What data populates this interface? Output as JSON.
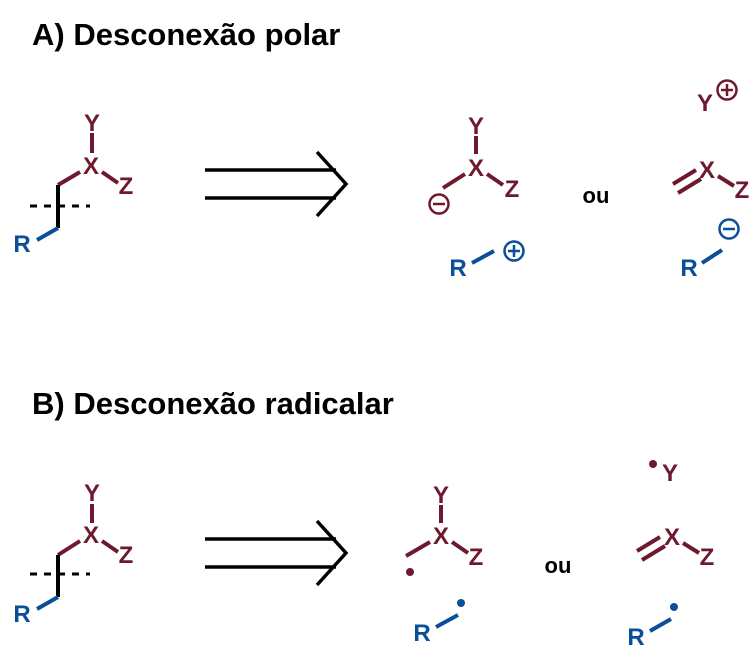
{
  "sections": [
    {
      "heading": "A) Desconexão polar"
    },
    {
      "heading": "B) Desconexão radicalar"
    }
  ],
  "atoms": {
    "x": "X",
    "y": "Y",
    "z": "Z",
    "r": "R"
  },
  "connector": "ou",
  "charges": {
    "plus": "+",
    "minus": "−"
  },
  "colors": {
    "fragment": "#6e1a2e",
    "r_group": "#0b4f9a",
    "skeleton": "#000000",
    "arrow": "#000000"
  },
  "icons": [
    "retrosynthesis-arrow-icon",
    "plus-charge-icon",
    "minus-charge-icon",
    "radical-dot-icon"
  ]
}
